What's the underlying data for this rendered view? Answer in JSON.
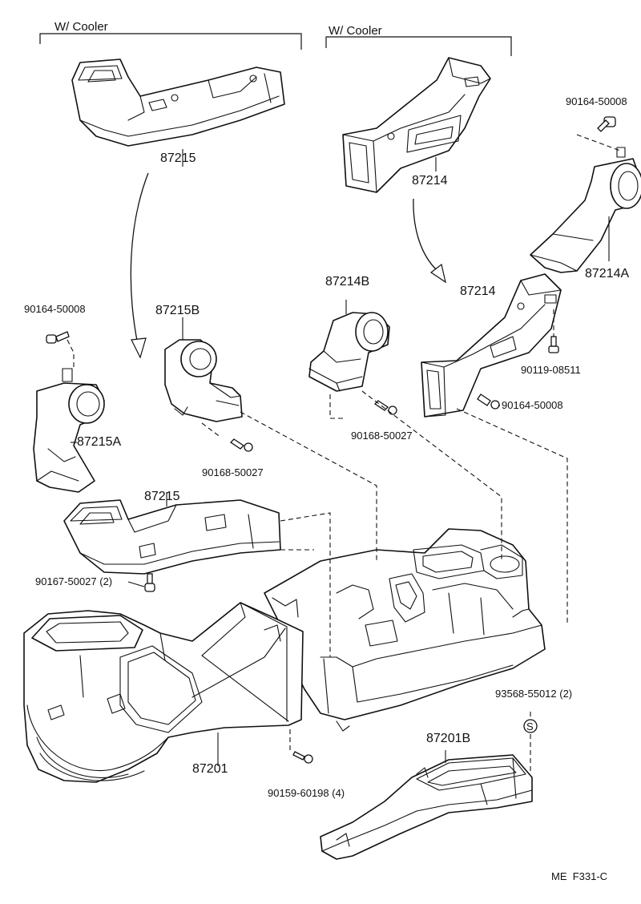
{
  "headers": {
    "left": "W/ Cooler",
    "right": "W/ Cooler"
  },
  "parts": {
    "p87215_top": "87215",
    "p87214_top": "87214",
    "p90164_50008_tr": "90164-50008",
    "p87214A": "87214A",
    "p87214": "87214",
    "p87214B": "87214B",
    "p90164_50008_l": "90164-50008",
    "p87215B": "87215B",
    "p87215A": "87215A",
    "p90119_08511": "90119-08511",
    "p90164_50008_r": "90164-50008",
    "p90168_50027_r": "90168-50027",
    "p90168_50027_l": "90168-50027",
    "p87215": "87215",
    "p90167_50027": "90167-50027 (2)",
    "p93568_55012": "93568-55012 (2)",
    "p87201B": "87201B",
    "p87201": "87201",
    "p90159_60198": "90159-60198 (4)",
    "s_mark": "S"
  },
  "footer": {
    "code": "ME  F331-C"
  }
}
